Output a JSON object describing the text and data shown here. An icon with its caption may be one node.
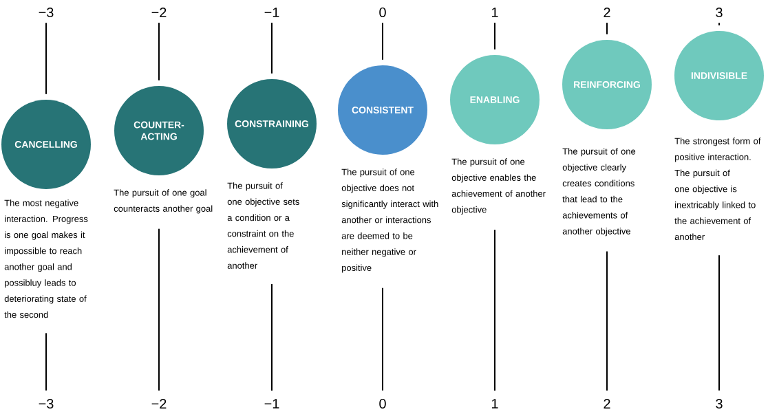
{
  "diagram": {
    "nodes": [
      {
        "text": [
          "−3"
        ]
      },
      {
        "text": [
          "CANCELLING"
        ],
        "beside": [
          "The most negative interaction. Progress is one goal makes it impossible to reach another goal and possibluy leads to deteriorating state of the second"
        ]
      },
      {
        "text": [
          "−3"
        ]
      },
      {
        "text": [
          "−2"
        ]
      },
      {
        "text": [
          "COUNTER- ACTING"
        ],
        "beside": [
          "The pursuit of one goal counteracts another goal"
        ]
      },
      {
        "text": [
          "−2"
        ]
      },
      {
        "text": [
          "−1"
        ]
      },
      {
        "text": [
          "CONSTRAINING"
        ],
        "beside": [
          "The pursuit of one objective sets a condition or a constraint on the achievement of another"
        ]
      },
      {
        "text": [
          "−1"
        ]
      },
      {
        "text": [
          "0"
        ]
      },
      {
        "text": [
          "CONSISTENT"
        ],
        "beside": [
          "The pursuit of one objective does not significantly interact with another or interactions are deemed to be neither negative or positive"
        ]
      },
      {
        "text": [
          "0"
        ]
      },
      {
        "text": [
          "1"
        ]
      },
      {
        "text": [
          "ENABLING"
        ],
        "beside": [
          "The pursuit of one objective enables the achievement of another objective"
        ]
      },
      {
        "text": [
          "1"
        ]
      },
      {
        "text": [
          "2"
        ]
      },
      {
        "text": [
          "REINFORCING"
        ],
        "beside": [
          "The pursuit of one objective clearly creates conditions that lead to the achievements of another objective"
        ]
      },
      {
        "text": [
          "2"
        ]
      },
      {
        "text": [
          "3"
        ]
      },
      {
        "text": [
          "INDIVISIBLE"
        ],
        "beside": [
          "The strongest form of positive interaction. The pursuit of one objective is inextricably linked to the achievement of another"
        ]
      },
      {
        "text": [
          "3"
        ]
      }
    ],
    "edges": [
      {
        "from": 0,
        "to": 1,
        "arrow": "none"
      },
      {
        "from": 1,
        "to": 2,
        "arrow": "none"
      },
      {
        "from": 3,
        "to": 4,
        "arrow": "none"
      },
      {
        "from": 4,
        "to": 5,
        "arrow": "none"
      },
      {
        "from": 6,
        "to": 7,
        "arrow": "none"
      },
      {
        "from": 7,
        "to": 8,
        "arrow": "none"
      },
      {
        "from": 9,
        "to": 10,
        "arrow": "none"
      },
      {
        "from": 10,
        "to": 11,
        "arrow": "none"
      },
      {
        "from": 12,
        "to": 13,
        "arrow": "none"
      },
      {
        "from": 13,
        "to": 14,
        "arrow": "none"
      },
      {
        "from": 15,
        "to": 16,
        "arrow": "none"
      },
      {
        "from": 16,
        "to": 17,
        "arrow": "none"
      },
      {
        "from": 18,
        "to": 19,
        "arrow": "none"
      },
      {
        "from": 19,
        "to": 20,
        "arrow": "none"
      }
    ]
  }
}
